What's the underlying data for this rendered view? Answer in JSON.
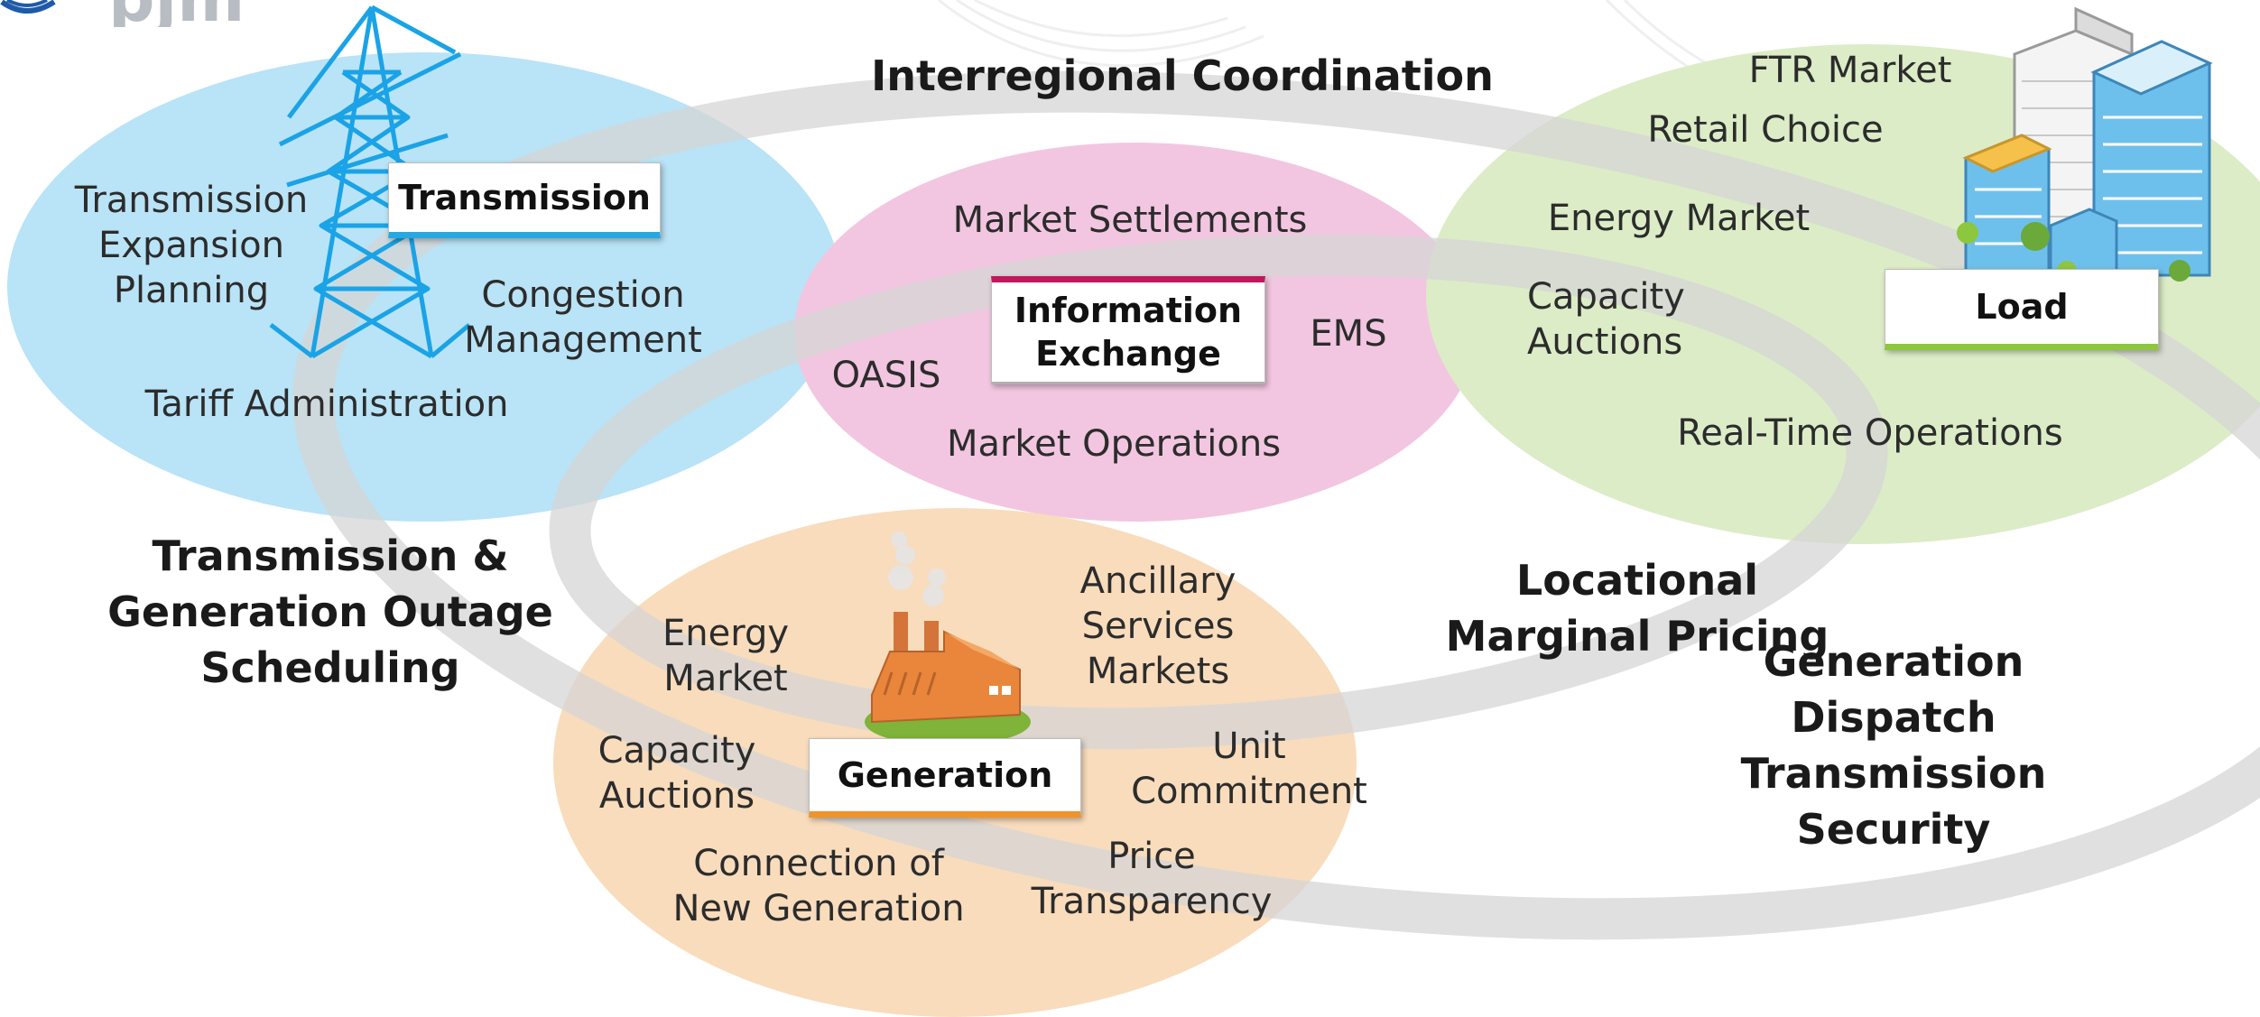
{
  "logo": {
    "text": "pjm"
  },
  "colors": {
    "transmission": "#b9e3f6",
    "information_exchange": "#f2c6e0",
    "load": "#dcecc7",
    "generation": "#f9dcbc",
    "ring": "#e0e0e0",
    "accent_blue": "#29a8e0",
    "accent_green": "#8dc63f",
    "accent_orange": "#f0932a",
    "accent_pink": "#c2185b"
  },
  "top_label": "Interregional Coordination",
  "transmission": {
    "tag": "Transmission",
    "icon": "transmission-tower-icon",
    "items": {
      "expansion_planning": "Transmission\nExpansion\nPlanning",
      "congestion_management": "Congestion\nManagement",
      "tariff_administration": "Tariff Administration"
    }
  },
  "information_exchange": {
    "tag": "Information\nExchange",
    "items": {
      "market_settlements": "Market Settlements",
      "oasis": "OASIS",
      "ems": "EMS",
      "market_operations": "Market Operations"
    }
  },
  "load": {
    "tag": "Load",
    "icon": "city-buildings-icon",
    "items": {
      "ftr_market": "FTR Market",
      "retail_choice": "Retail Choice",
      "energy_market": "Energy Market",
      "capacity_auctions": "Capacity\nAuctions",
      "real_time_operations": "Real-Time Operations"
    }
  },
  "generation": {
    "tag": "Generation",
    "icon": "power-plant-icon",
    "items": {
      "energy_market": "Energy\nMarket",
      "ancillary_services": "Ancillary\nServices\nMarkets",
      "capacity_auctions": "Capacity\nAuctions",
      "unit_commitment": "Unit\nCommitment",
      "connection_new_generation": "Connection of\nNew Generation",
      "price_transparency": "Price\nTransparency"
    }
  },
  "center_labels": {
    "outage_scheduling": "Transmission &\nGeneration Outage\nScheduling",
    "lmp": "Locational\nMarginal Pricing",
    "dispatch_security": "Generation Dispatch\nTransmission Security"
  }
}
